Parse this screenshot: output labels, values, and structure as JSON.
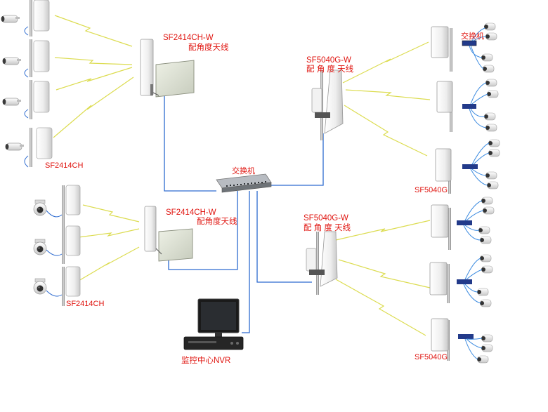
{
  "labels": {
    "ap_group_top": "SF2414CH",
    "ap_group_bottom": "SF2414CH",
    "base_top_model": "SF2414CH-W",
    "base_top_desc": "配角度天线",
    "base_bottom_model": "SF2414CH-W",
    "base_bottom_desc": "配角度天线",
    "sector_top_model": "SF5040G-W",
    "sector_top_desc": "配 角 度 天线",
    "sector_bottom_model": "SF5040G-W",
    "sector_bottom_desc": "配 角 度 天线",
    "central_switch": "交换机",
    "remote_switch": "交换机",
    "cpe_group_top": "SF5040G",
    "cpe_group_bottom": "SF5040G",
    "nvr": "监控中心NVR"
  },
  "colors": {
    "label_red": "#e0140f",
    "cable_blue": "#2a6fd6",
    "wireless_yellow": "#d9d63a"
  }
}
